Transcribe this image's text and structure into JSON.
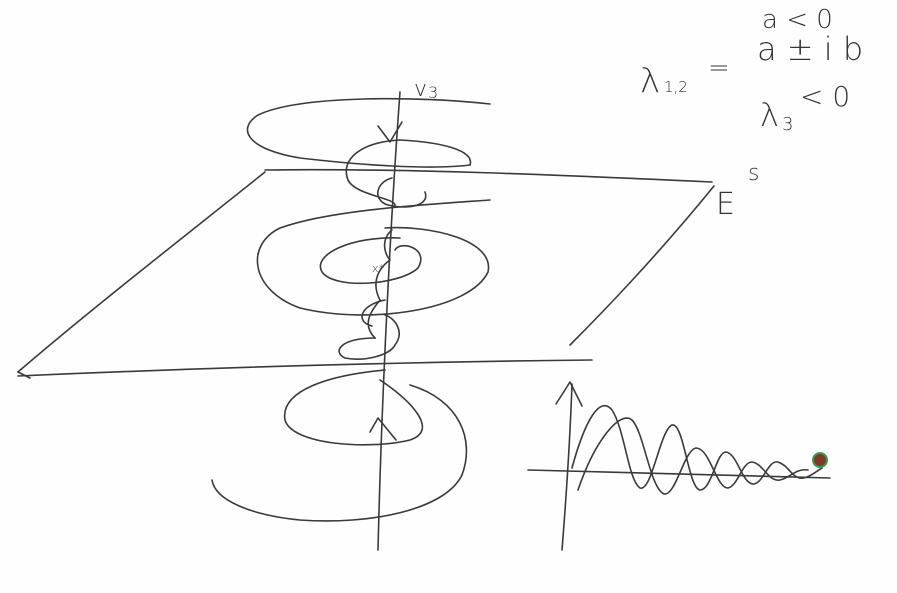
{
  "labels": {
    "a_condition": "a < 0",
    "lambda12": "λ",
    "lambda12_sub": "1,2",
    "equals": "=",
    "eigen_complex": "a ± i b",
    "lambda3": "λ",
    "lambda3_sub": "3",
    "lambda3_cond": "< 0",
    "stable_manifold": "E",
    "stable_manifold_sup": "s",
    "eigenvector": "v",
    "eigenvector_sub": "3",
    "fixed_point": "x*"
  },
  "colors": {
    "ink": "#3a3a3a",
    "cursor": "#7a3a2a",
    "cursor_ring": "#3c9a4a"
  }
}
